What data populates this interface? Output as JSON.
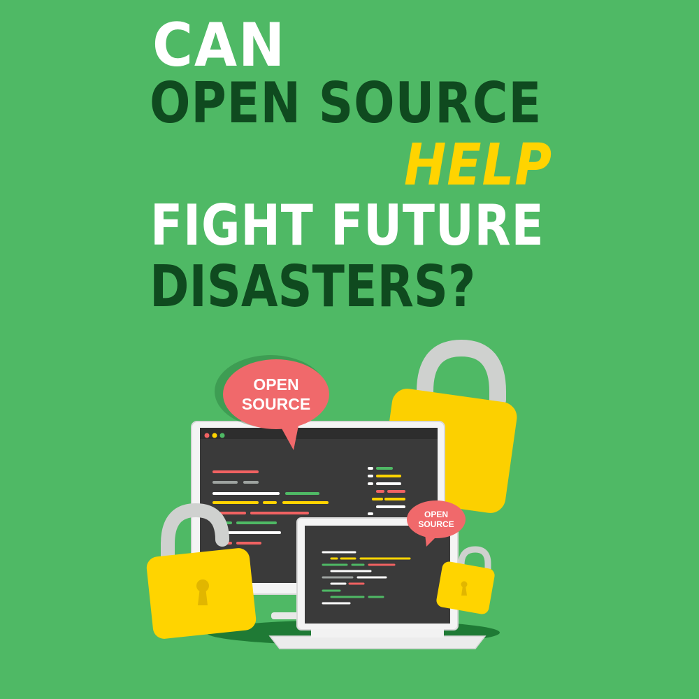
{
  "headline": {
    "line1": "CAN",
    "line2": "OPEN SOURCE",
    "line3": "HELP",
    "line4": "FIGHT FUTURE",
    "line5": "DISASTERS?"
  },
  "illustration": {
    "monitor_bubble": {
      "line1": "OPEN",
      "line2": "SOURCE"
    },
    "laptop_bubble": {
      "line1": "OPEN",
      "line2": "SOURCE"
    }
  },
  "colors": {
    "background": "#4fb965",
    "dark_green": "#0f4a1f",
    "yellow": "#ffd400",
    "white": "#ffffff",
    "bubble_red": "#f0696b",
    "screen": "#3a3a3a"
  },
  "icons": [
    "padlock-icon",
    "speech-bubble-icon",
    "monitor-icon",
    "laptop-icon"
  ]
}
